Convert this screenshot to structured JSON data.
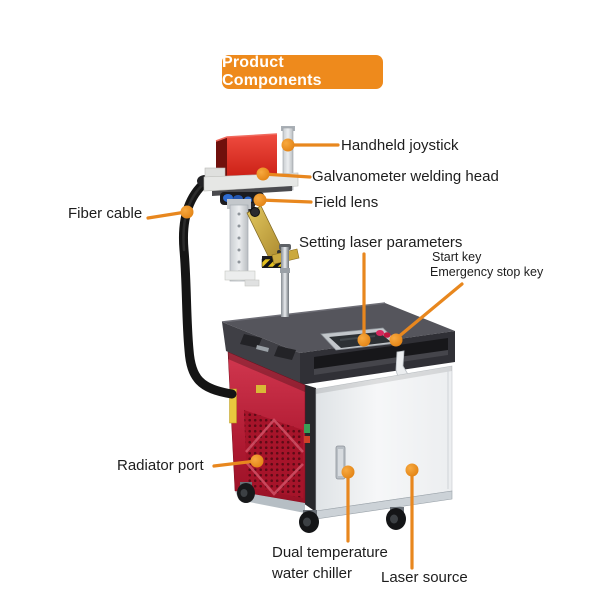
{
  "header": {
    "title": "Product Components"
  },
  "colors": {
    "accent_orange": "#EE8A1C",
    "callout_line": "#E8871E",
    "machine_red": "#C22136",
    "head_red": "#D7271F",
    "machine_dark": "#3B3B41",
    "door_white": "#F2F3F5"
  },
  "callouts": {
    "handheld_joystick": "Handheld joystick",
    "galvanometer_welding_head": "Galvanometer welding head",
    "field_lens": "Field lens",
    "fiber_cable": "Fiber cable",
    "setting_laser_parameters": "Setting laser parameters",
    "start_key": "Start key",
    "emergency_stop_key": "Emergency stop key",
    "radiator_port": "Radiator port",
    "dual_temperature_water_chiller": "Dual temperature water chiller",
    "laser_source": "Laser source"
  }
}
